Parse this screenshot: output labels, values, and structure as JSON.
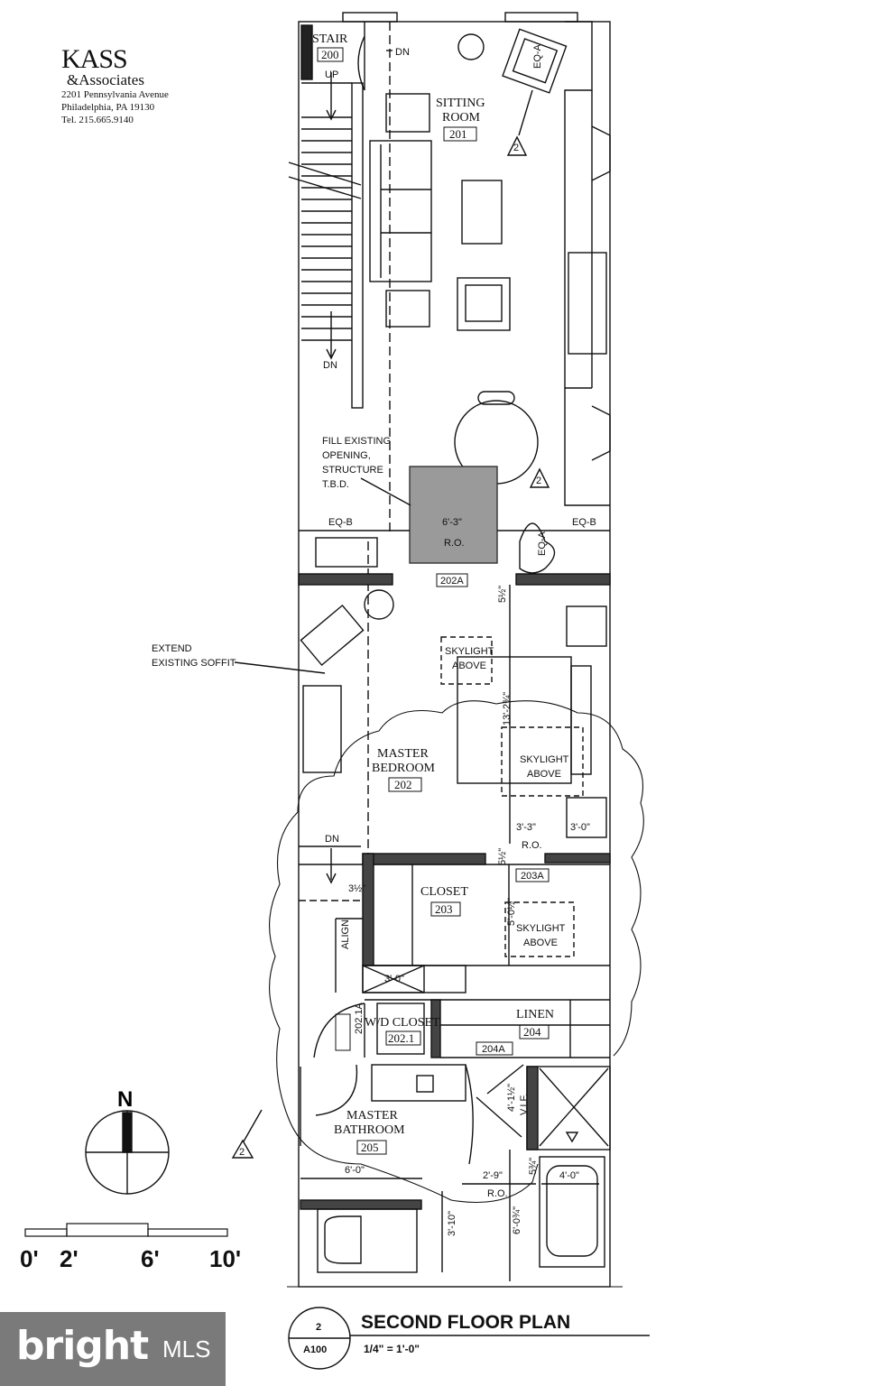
{
  "firm": {
    "name": "KASS",
    "associates": "&Associates",
    "address1": "2201 Pennsylvania Avenue",
    "address2": "Philadelphia, PA 19130",
    "phone": "Tel. 215.665.9140"
  },
  "rooms": {
    "stair": {
      "name": "STAIR",
      "number": "200"
    },
    "sitting": {
      "name1": "SITTING",
      "name2": "ROOM",
      "number": "201"
    },
    "master_bedroom": {
      "name1": "MASTER",
      "name2": "BEDROOM",
      "number": "202"
    },
    "closet": {
      "name": "CLOSET",
      "number": "203"
    },
    "wd_closet": {
      "name": "W/D CLOSET",
      "number": "202.1"
    },
    "linen": {
      "name": "LINEN",
      "number": "204"
    },
    "master_bathroom": {
      "name1": "MASTER",
      "name2": "BATHROOM",
      "number": "205"
    }
  },
  "doors": {
    "d202a": "202A",
    "d203a": "203A",
    "d204a": "204A",
    "d2021a": "202.1A"
  },
  "notes": {
    "dn": "DN",
    "up": "UP",
    "fill1": "FILL EXISTING",
    "fill2": "OPENING,",
    "fill3": "STRUCTURE",
    "fill4": "T.B.D.",
    "extend1": "EXTEND",
    "extend2": "EXISTING SOFFIT",
    "skylight1": "SKYLIGHT",
    "skylight2": "ABOVE",
    "align": "ALIGN",
    "eqa": "EQ-A",
    "eqb": "EQ-B",
    "ro": "R.O.",
    "vif": "V.I.F."
  },
  "dims": {
    "opening": "6'-3\"",
    "d13": "13'-2¾\"",
    "d33": "3'-3\"",
    "d30a": "3'-0\"",
    "d30b": "3'-0\"",
    "d50": "5'-0½\"",
    "d312": "3½\"",
    "d512": "5½\"",
    "d512b": "5½\"",
    "d412": "4'-1½\"",
    "d60": "6'-0\"",
    "d29": "2'-9\"",
    "d40": "4'-0\"",
    "d310": "3'-10\"",
    "d6034": "6'-0¾\"",
    "d534": "5¾\"",
    "d2": "2"
  },
  "compass": {
    "north": "N"
  },
  "scalebar": {
    "s0": "0'",
    "s2": "2'",
    "s6": "6'",
    "s10": "10'"
  },
  "titleblock": {
    "detail": "2",
    "sheet": "A100",
    "title": "SECOND FLOOR PLAN",
    "scale": "1/4\" = 1'-0\""
  },
  "brand": {
    "word": "bright",
    "mls": "MLS"
  }
}
